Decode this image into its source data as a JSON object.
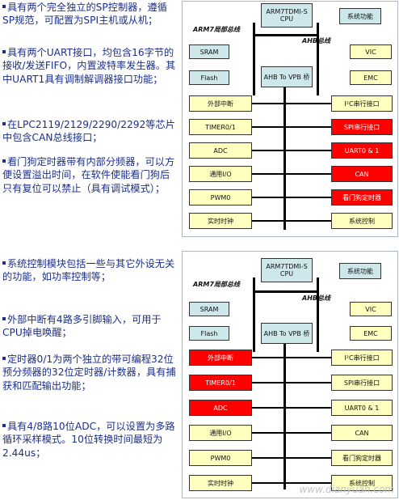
{
  "top": {
    "bullets": [
      "具有两个完全独立的SP控制器，遵循SP规范，可配置为SPI主机或从机；",
      "具有两个UART接口，均包含16字节的接收/发送FIFO，内置波特率发生器。其中UART1具有调制解调器接口功能；",
      "在LPC2119/2129/2290/2292等芯片中包含CAN总线接口；",
      "看门狗定时器带有内部分频器，可以方便设置溢出时间，在软件使能看门狗后只有复位可以禁止（具有调试模式）；"
    ]
  },
  "bottom": {
    "bullets": [
      "系统控制模块包括一些与其它外设无关的功能，如功率控制等；",
      "外部中断有4路多引脚输入，可用于CPU掉电唤醒；",
      "定时器0/1为两个独立的带可编程32位预分频器的32位定时器/计数器，具有捕获和匹配输出功能；",
      "具有4/8路10位ADC，可以设置为多路循环采样模式。10位转换时间最短为2.44us；"
    ]
  },
  "diagram": {
    "cpu": "ARM7TDMI-S CPU",
    "sysfunc": "系统功能",
    "local_bus": "ARM7局部总线",
    "ahb_bus": "AHB总线",
    "sram": "SRAM",
    "flash": "Flash",
    "bridge": "AHB To VPB 桥",
    "vic": "VIC",
    "emc": "EMC",
    "left_boxes": [
      "外部中断",
      "TIMER0/1",
      "ADC",
      "通用I/O",
      "PWM0",
      "实时时钟"
    ],
    "right_boxes": [
      "I²C串行接口",
      "SPI串行接口",
      "UART0 & 1",
      "CAN",
      "看门狗定时器",
      "系统控制"
    ]
  },
  "top_highlight": {
    "left": [
      false,
      false,
      false,
      false,
      false,
      false
    ],
    "right": [
      false,
      true,
      true,
      true,
      true,
      false
    ]
  },
  "bottom_highlight": {
    "left": [
      true,
      true,
      true,
      false,
      false,
      false
    ],
    "right": [
      false,
      false,
      false,
      false,
      false,
      false
    ]
  },
  "watermark": "www.dianyuan.com",
  "colors": {
    "text": "#1c2f8a",
    "box_yellow": "#ffffc0",
    "box_red": "#ff0000",
    "box_teal": "#cde7ea"
  }
}
